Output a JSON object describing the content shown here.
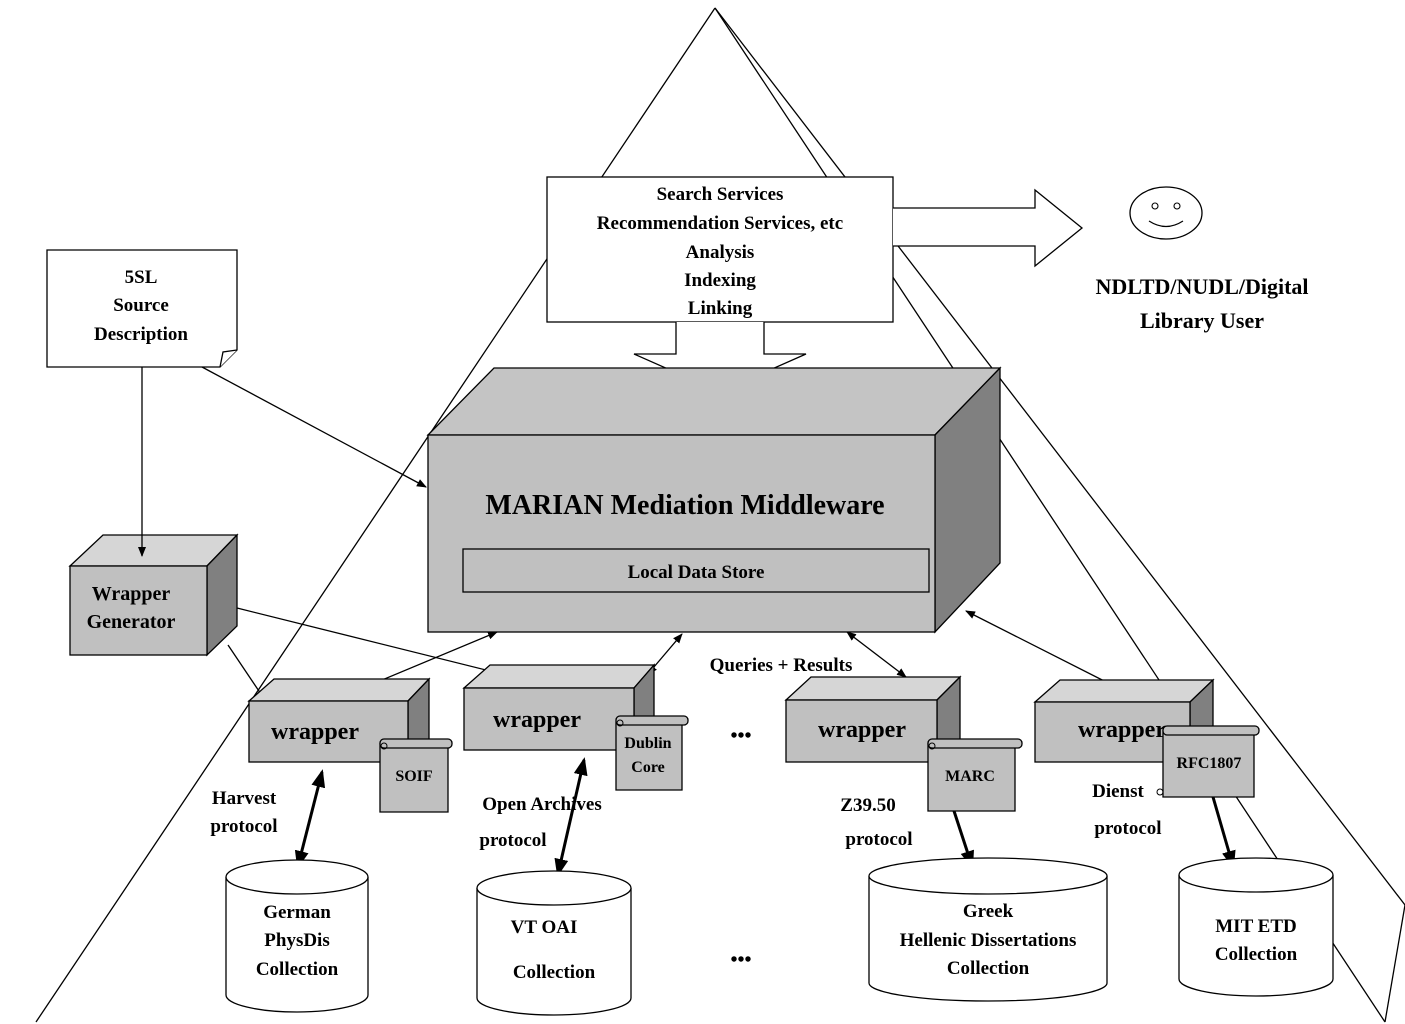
{
  "colors": {
    "front": "#c0c0c0",
    "top": "#d6d6d6",
    "side": "#808080",
    "middleware_top": "#c4c4c4",
    "middleware_front": "#c0c0c0",
    "middleware_side": "#808080",
    "scroll": "#c0c0c0",
    "paper": "#ffffff"
  },
  "services_box": {
    "lines": [
      "Search  Services",
      "Recommendation Services, etc",
      "Analysis",
      "Indexing",
      "Linking"
    ]
  },
  "user": {
    "icon": "smiley-face-icon",
    "label_lines": [
      "NDLTD/NUDL/Digital",
      "Library User"
    ]
  },
  "source_description": {
    "lines": [
      "5SL",
      "Source",
      "Description"
    ]
  },
  "middleware": {
    "title": "MARIAN Mediation Middleware",
    "store": "Local Data Store"
  },
  "wrapper_generator": {
    "lines": [
      "Wrapper",
      "Generator"
    ]
  },
  "queries_label": "Queries + Results",
  "ellipsis": "•••",
  "wrappers": [
    {
      "label": "wrapper",
      "format_lines": [
        "SOIF"
      ],
      "protocol_lines": [
        "Harvest",
        "protocol"
      ],
      "collection_lines": [
        "German",
        "PhysDis",
        "Collection"
      ]
    },
    {
      "label": "wrapper",
      "format_lines": [
        "Dublin",
        "Core"
      ],
      "protocol_lines": [
        "Open Archives",
        "protocol"
      ],
      "collection_lines": [
        "VT OAI",
        "Collection"
      ]
    },
    {
      "label": "wrapper",
      "format_lines": [
        "MARC"
      ],
      "protocol_lines": [
        "Z39.50",
        "protocol"
      ],
      "collection_lines": [
        "Greek",
        "Hellenic Dissertations",
        "Collection"
      ]
    },
    {
      "label": "wrapper",
      "format_lines": [
        "RFC1807"
      ],
      "protocol_lines": [
        "Dienst",
        "protocol"
      ],
      "collection_lines": [
        "MIT ETD",
        "Collection"
      ]
    }
  ]
}
